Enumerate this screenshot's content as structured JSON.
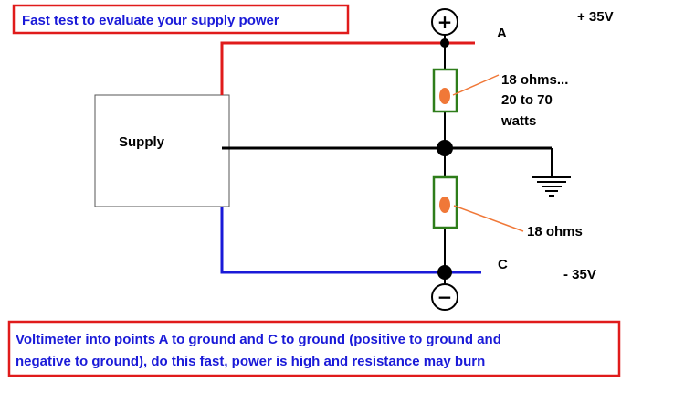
{
  "title": "Fast test to evaluate your supply power",
  "supply_label": "Supply",
  "point_a_label": "A",
  "point_c_label": "C",
  "positive_voltage": "+ 35V",
  "negative_voltage": "- 35V",
  "plus_sign": "+",
  "minus_sign": "−",
  "top_resistor_label_line1": "18 ohms...",
  "top_resistor_label_line2": "20 to 70",
  "top_resistor_label_line3": "watts",
  "bottom_resistor_label": "18 ohms",
  "instructions_line1": "Voltimeter into points A to ground and C to ground (positive to ground and",
  "instructions_line2": "negative to ground), do this fast, power is high and resistance may burn",
  "colors": {
    "positive_wire": "#e01b1b",
    "negative_wire": "#1a1ad8",
    "common_wire": "#000000",
    "resistor_outline": "#2e7d1a",
    "resistor_body": "#f07838",
    "box_border": "#e01b1b",
    "text_blue": "#1a1ad8"
  }
}
